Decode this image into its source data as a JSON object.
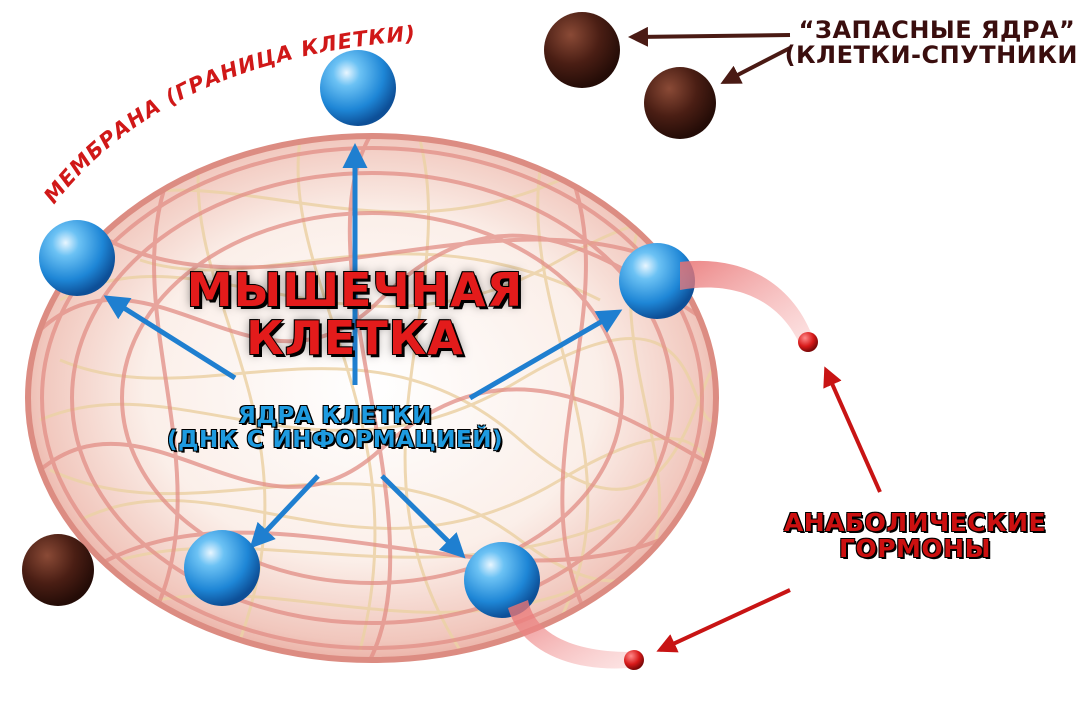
{
  "labels": {
    "membrane": "МЕМБРАНА (ГРАНИЦА КЛЕТКИ)",
    "title_line1": "МЫШЕЧНАЯ",
    "title_line2": "КЛЕТКА",
    "nuclei_line1": "ЯДРА КЛЕТКИ",
    "nuclei_line2": "(ДНК С ИНФОРМАЦИЕЙ)",
    "spare_line1": "“ЗАПАСНЫЕ ЯДРА”",
    "spare_line2": "(КЛЕТКИ-СПУТНИКИ)",
    "hormones_line1": "АНАБОЛИЧЕСКИЕ",
    "hormones_line2": "ГОРМОНЫ"
  },
  "colors": {
    "membrane": "#e8a09a",
    "fiber": "#f2d9b0",
    "nucleus": "#2b8fd8",
    "arrow_blue": "#1f7fd0",
    "satellite_cell": "#4a1e14",
    "hormone": "#d81a1a",
    "arrow_dark": "#4a1a14"
  }
}
